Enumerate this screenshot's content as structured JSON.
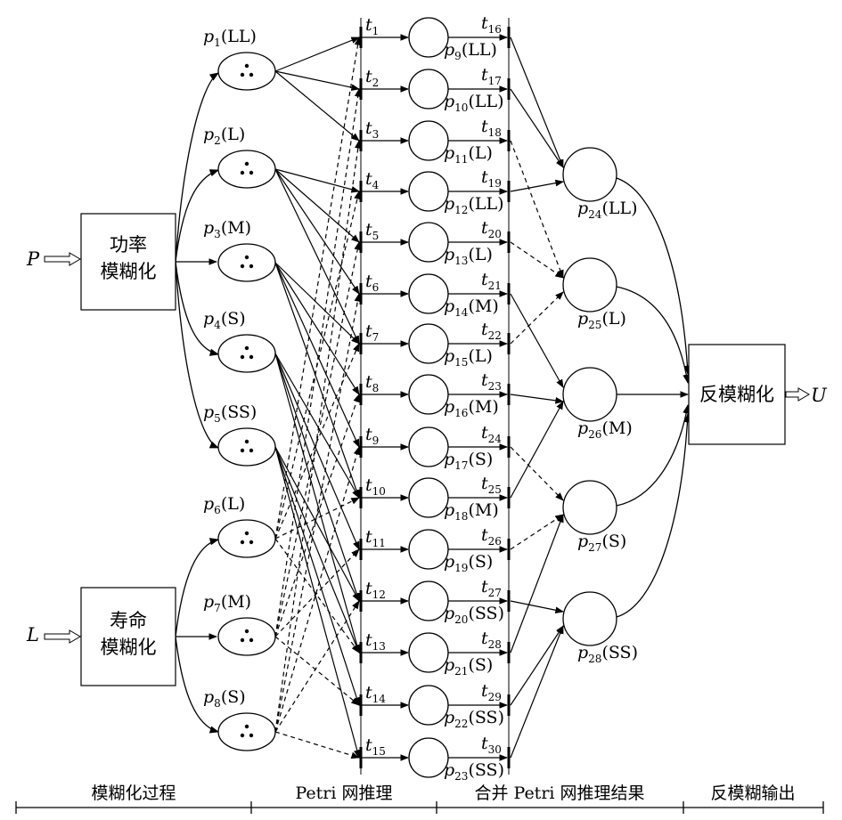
{
  "inputs": {
    "p": "P",
    "l": "L"
  },
  "fuzzify_boxes": {
    "power": [
      "功率",
      "模糊化"
    ],
    "life": [
      "寿命",
      "模糊化"
    ]
  },
  "defuzz_box": "反模糊化",
  "output": "U",
  "input_places": [
    {
      "sub": "1",
      "tag": "(LL)"
    },
    {
      "sub": "2",
      "tag": "(L)"
    },
    {
      "sub": "3",
      "tag": "(M)"
    },
    {
      "sub": "4",
      "tag": "(S)"
    },
    {
      "sub": "5",
      "tag": "(SS)"
    },
    {
      "sub": "6",
      "tag": "(L)"
    },
    {
      "sub": "7",
      "tag": "(M)"
    },
    {
      "sub": "8",
      "tag": "(S)"
    }
  ],
  "transitions_a": [
    "1",
    "2",
    "3",
    "4",
    "5",
    "6",
    "7",
    "8",
    "9",
    "10",
    "11",
    "12",
    "13",
    "14",
    "15"
  ],
  "mid_places": [
    {
      "sub": "9",
      "tag": "(LL)"
    },
    {
      "sub": "10",
      "tag": "(LL)"
    },
    {
      "sub": "11",
      "tag": "(L)"
    },
    {
      "sub": "12",
      "tag": "(LL)"
    },
    {
      "sub": "13",
      "tag": "(L)"
    },
    {
      "sub": "14",
      "tag": "(M)"
    },
    {
      "sub": "15",
      "tag": "(L)"
    },
    {
      "sub": "16",
      "tag": "(M)"
    },
    {
      "sub": "17",
      "tag": "(S)"
    },
    {
      "sub": "18",
      "tag": "(M)"
    },
    {
      "sub": "19",
      "tag": "(S)"
    },
    {
      "sub": "20",
      "tag": "(SS)"
    },
    {
      "sub": "21",
      "tag": "(S)"
    },
    {
      "sub": "22",
      "tag": "(SS)"
    },
    {
      "sub": "23",
      "tag": "(SS)"
    }
  ],
  "transitions_b": [
    "16",
    "17",
    "18",
    "19",
    "20",
    "21",
    "22",
    "23",
    "24",
    "25",
    "26",
    "27",
    "28",
    "29",
    "30"
  ],
  "out_places": [
    {
      "sub": "24",
      "tag": "(LL)"
    },
    {
      "sub": "25",
      "tag": "(L)"
    },
    {
      "sub": "26",
      "tag": "(M)"
    },
    {
      "sub": "27",
      "tag": "(S)"
    },
    {
      "sub": "28",
      "tag": "(SS)"
    }
  ],
  "sections": [
    "模糊化过程",
    "Petri 网推理",
    "合并 Petri 网推理结果",
    "反模糊输出"
  ]
}
